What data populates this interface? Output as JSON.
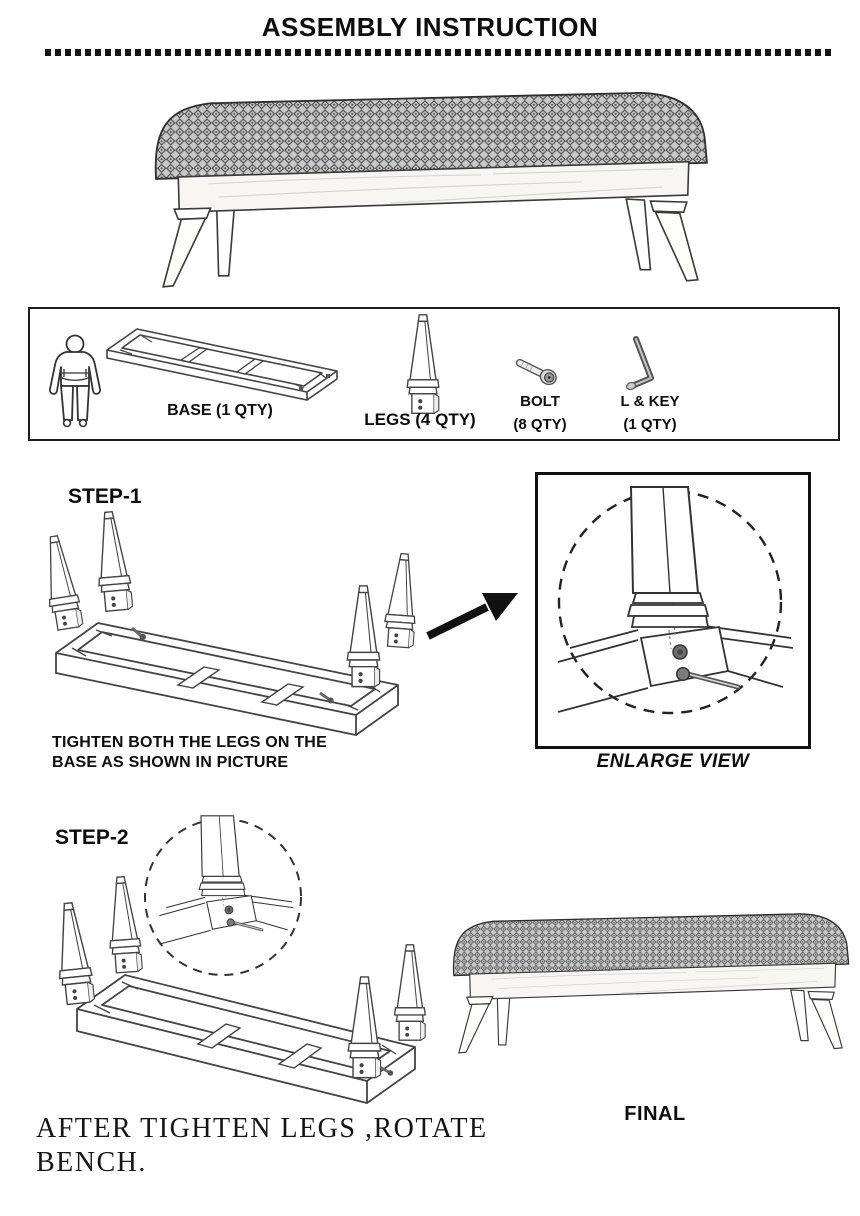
{
  "header": {
    "title": "ASSEMBLY INSTRUCTION"
  },
  "colors": {
    "ink": "#2e2e2e",
    "cushion_gray": "#c8c8c8",
    "line_black": "#111111"
  },
  "parts_box": {
    "base": {
      "label": "BASE (1 QTY)"
    },
    "legs": {
      "label": "LEGS (4 QTY)"
    },
    "bolt": {
      "label": "BOLT",
      "qty": "(8 QTY)"
    },
    "l_key": {
      "label": "L & KEY",
      "qty": "(1 QTY)"
    }
  },
  "step1": {
    "title": "STEP-1",
    "instruction": {
      "line1": "TIGHTEN BOTH THE LEGS ON THE",
      "line2": "BASE AS SHOWN IN PICTURE"
    },
    "enlarge_view": {
      "caption": "ENLARGE VIEW"
    }
  },
  "step2": {
    "title": "STEP-2",
    "final_label": "FINAL",
    "instruction": {
      "line1": "AFTER TIGHTEN LEGS ,ROTATE",
      "line2": "BENCH."
    }
  }
}
